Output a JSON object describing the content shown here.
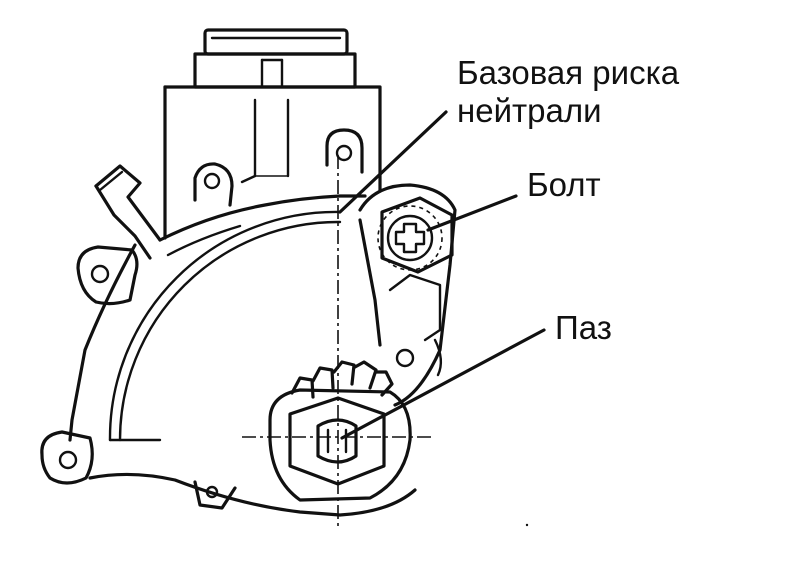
{
  "labels": {
    "neutral_line_1": "Базовая риска",
    "neutral_line_2": "нейтрали",
    "bolt": "Болт",
    "groove": "Паз"
  },
  "colors": {
    "ink": "#111111",
    "background": "#ffffff"
  }
}
